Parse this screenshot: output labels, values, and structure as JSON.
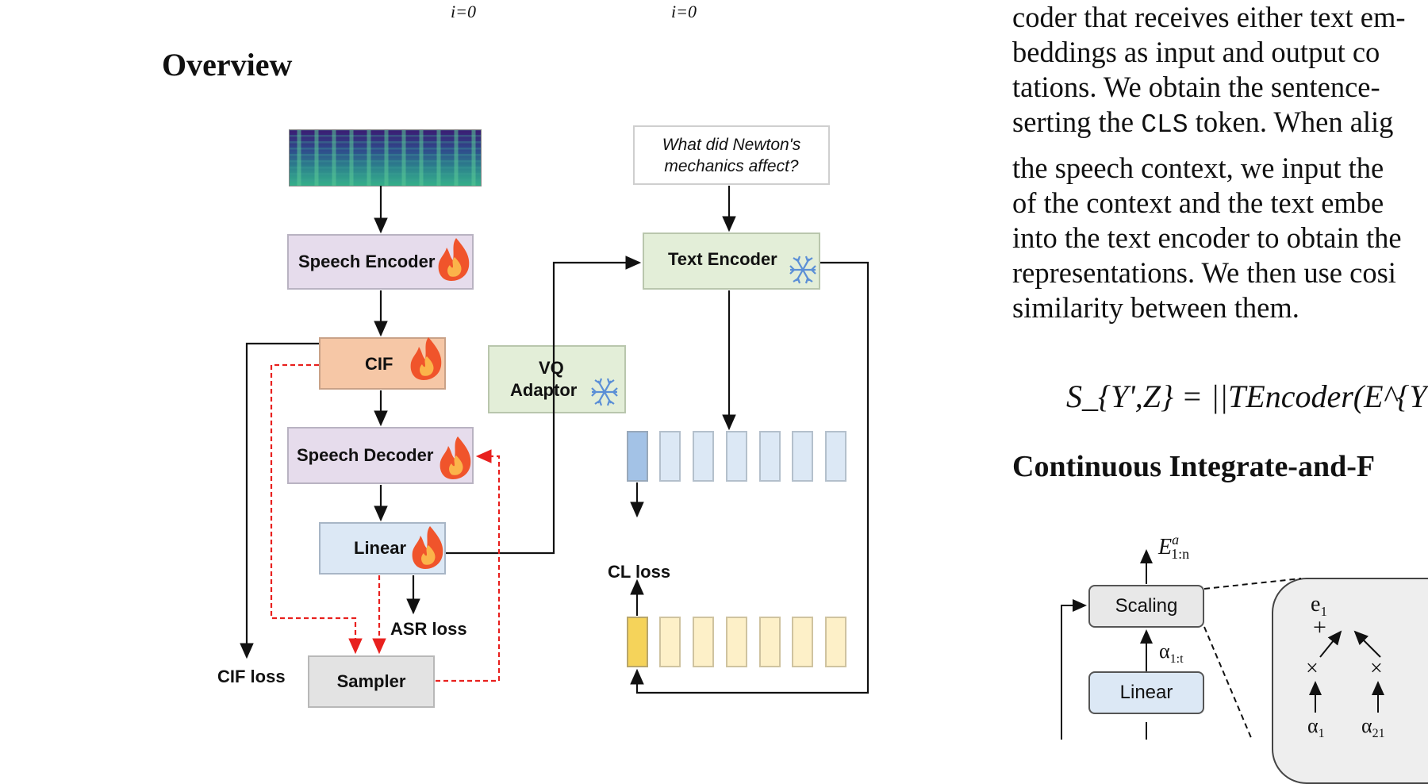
{
  "top_eq": {
    "sub_left": "i=0",
    "sub_right": "i=0"
  },
  "overview": {
    "title": "Overview"
  },
  "figure": {
    "question": "What did Newton's mechanics affect?",
    "speech_encoder": "Speech Encoder",
    "text_encoder": "Text Encoder",
    "cif": "CIF",
    "vq_adaptor_1": "VQ",
    "vq_adaptor_2": "Adaptor",
    "speech_decoder": "Speech Decoder",
    "linear": "Linear",
    "asr_loss": "ASR loss",
    "cl_loss": "CL loss",
    "cif_loss": "CIF loss",
    "sampler": "Sampler",
    "colors": {
      "lilac": "#e6dcec",
      "peach": "#f6c7a6",
      "green": "#e3eed8",
      "lightblue": "#dce8f5",
      "gray": "#e3e3e3",
      "blue_token": "#a3c2e6",
      "yellow_token": "#f5d35a",
      "red_dash": "#e8201e"
    }
  },
  "right_text": {
    "lines_a": [
      "coder that receives either text em-",
      "beddings as input and output co",
      "tations. We obtain the sentence-",
      "serting the"
    ],
    "cls": "CLS",
    "cls_tail": " token. When alig",
    "lines_b": [
      "the speech context, we input the",
      "of the context and the text embe",
      "into the text encoder to obtain the",
      "representations. We then use cosi",
      "similarity between them."
    ],
    "equation": "S_{Y',Z} = ||TEncoder(E^{Y'}",
    "section_title": "Continuous Integrate-and-F"
  },
  "cif_figure": {
    "out_label": "E",
    "out_sup": "a",
    "out_sub": "1:n",
    "scaling": "Scaling",
    "alpha_label": "α",
    "alpha_sub": "1:t",
    "linear": "Linear",
    "e1": "e",
    "e1_sub": "1",
    "plus": "+",
    "times": "×",
    "a1": "α",
    "a1_sub": "1",
    "a21": "α",
    "a21_sub": "21"
  }
}
